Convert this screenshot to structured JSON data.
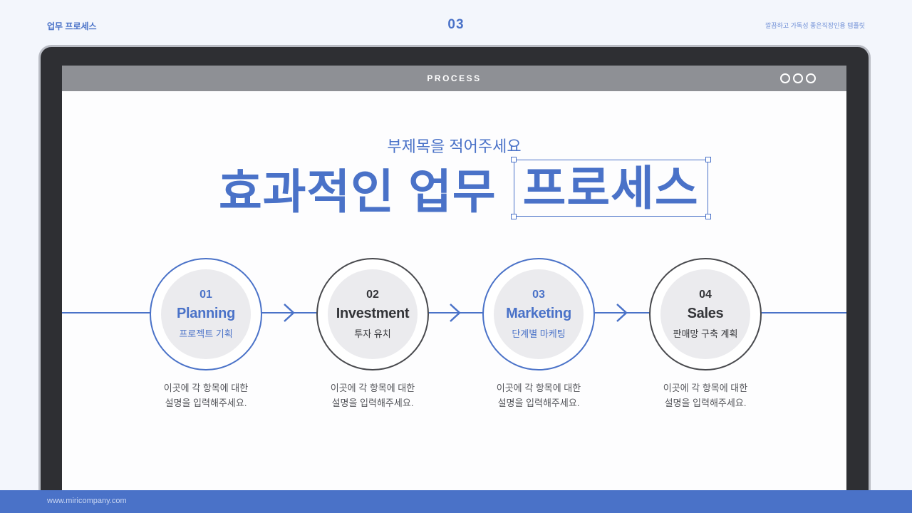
{
  "header": {
    "left": "업무 프로세스",
    "page_number": "03",
    "right": "깔끔하고 가독성 좋은직장인용 템플릿"
  },
  "window": {
    "title": "PROCESS"
  },
  "main": {
    "subtitle": "부제목을 적어주세요",
    "headline_plain": "효과적인 업무",
    "headline_boxed": "프로세스"
  },
  "steps": [
    {
      "number": "01",
      "name": "Planning",
      "korean": "프로젝트 기획",
      "desc_line1": "이곳에 각 항목에 대한",
      "desc_line2": "설명을 입력해주세요.",
      "style": "blue"
    },
    {
      "number": "02",
      "name": "Investment",
      "korean": "투자 유치",
      "desc_line1": "이곳에 각 항목에 대한",
      "desc_line2": "설명을 입력해주세요.",
      "style": "dark"
    },
    {
      "number": "03",
      "name": "Marketing",
      "korean": "단계별 마케팅",
      "desc_line1": "이곳에 각 항목에 대한",
      "desc_line2": "설명을 입력해주세요.",
      "style": "blue"
    },
    {
      "number": "04",
      "name": "Sales",
      "korean": "판매망 구축 계획",
      "desc_line1": "이곳에 각 항목에 대한",
      "desc_line2": "설명을 입력해주세요.",
      "style": "dark"
    }
  ],
  "footer": {
    "url": "www.miricompany.com"
  },
  "colors": {
    "accent": "#4a72c8",
    "dark": "#48494d",
    "background": "#f3f6fc"
  }
}
